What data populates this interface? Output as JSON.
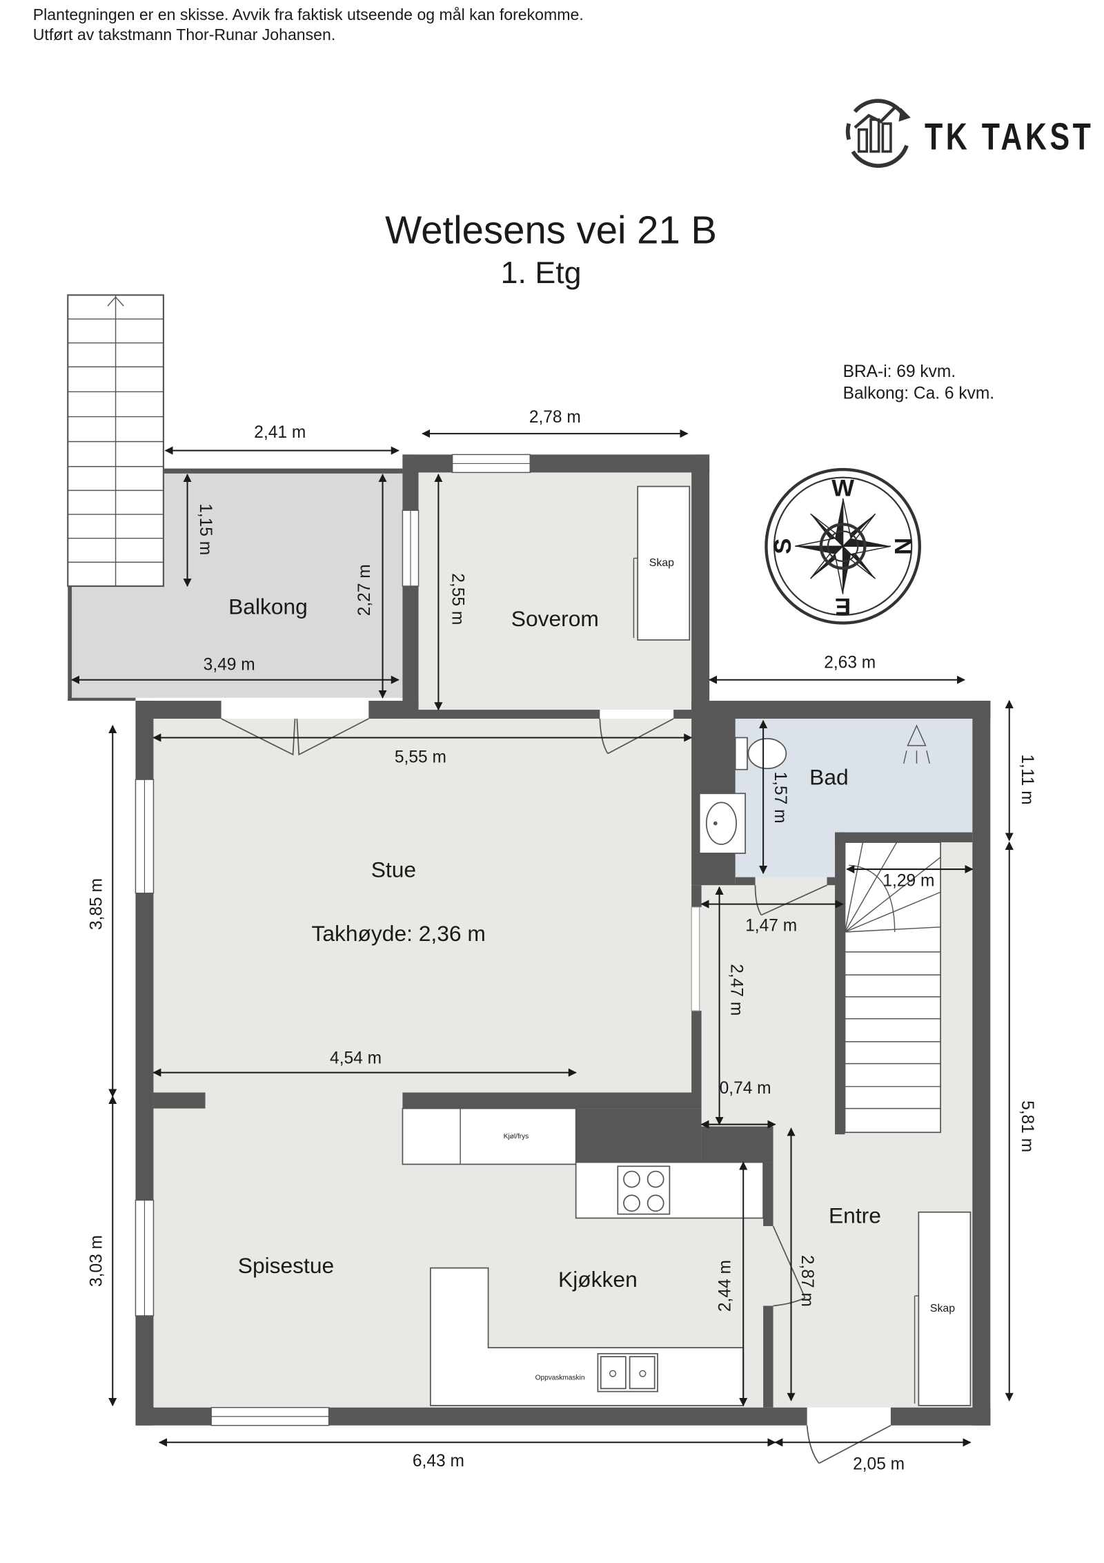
{
  "header_note": {
    "line1": "Plantegningen er en skisse. Avvik fra faktisk utseende og mål kan forekomme.",
    "line2": "Utført av takstmann Thor-Runar Johansen."
  },
  "logo": {
    "text": "TK TAKST",
    "icon": "building-chart-circle-icon"
  },
  "title": "Wetlesens vei 21 B",
  "floor_label": "1. Etg",
  "area_info": {
    "bra_i": "BRA-i: 69 kvm.",
    "balkong": "Balkong: Ca. 6 kvm."
  },
  "rooms": {
    "balkong": "Balkong",
    "soverom": "Soverom",
    "bad": "Bad",
    "stue": "Stue",
    "spisestue": "Spisestue",
    "kjokken": "Kjøkken",
    "entre": "Entre"
  },
  "ceiling_height": "Takhøyde: 2,36 m",
  "fixtures": {
    "skap_soverom": "Skap",
    "skap_entre": "Skap",
    "kjol_frys": "Kjøl/frys",
    "oppvaskmaskin": "Oppvaskmaskin"
  },
  "dimensions": {
    "balkong_top": "2,41 m",
    "soverom_width": "2,78 m",
    "balkong_upper_depth": "1,15 m",
    "balkong_depth": "2,27 m",
    "soverom_depth": "2,55 m",
    "balkong_width": "3,49 m",
    "bad_outer_width": "2,63 m",
    "stue_width": "5,55 m",
    "stue_depth": "3,85 m",
    "spisestue_depth": "3,03 m",
    "bad_outer_depth": "1,11 m",
    "entre_outer_depth": "5,81 m",
    "bad_depth": "1,57 m",
    "trapp_width": "1,29 m",
    "gang_width": "1,47 m",
    "gang_depth": "2,47 m",
    "gang_opening": "0,74 m",
    "spisestue_width": "4,54 m",
    "kjokken_depth": "2,44 m",
    "entre_depth": "2,87 m",
    "bottom_left_width": "6,43 m",
    "entre_width": "2,05 m"
  },
  "compass": {
    "icon": "compass-rose-icon",
    "top": "W",
    "right": "N",
    "bottom": "E",
    "left": "S"
  },
  "colors": {
    "wall": "#575757",
    "floor": "#e8e9e4",
    "balcony": "#d9d9d9",
    "bath": "#dbe2ea",
    "ink": "#1a1a1a"
  }
}
